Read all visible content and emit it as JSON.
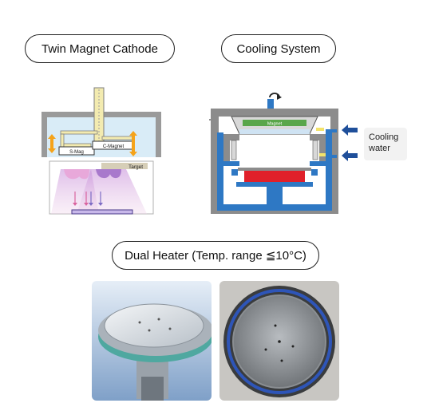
{
  "sections": {
    "twin_magnet": {
      "title": "Twin Magnet Cathode",
      "labels": {
        "s_mag": "S-Mag",
        "c_magnet": "C-Magnet",
        "target": "Target"
      }
    },
    "cooling": {
      "title": "Cooling System",
      "magnet_label": "Magnet",
      "cooling_water": "Cooling water"
    },
    "dual_heater": {
      "title": "Dual Heater (Temp. range ≦10°C)"
    }
  },
  "colors": {
    "chamber_gray": "#8c8c8c",
    "water_blue": "#2e78c4",
    "arrow_orange": "#f5a31a",
    "magnet_green": "#5aa64a",
    "heater_red": "#e0202a",
    "plasma_purple": "#b27fd0",
    "plasma_pink": "#e7a6d9"
  },
  "icons": [
    "rotation-arrow-icon",
    "inflow-arrow-icon",
    "updown-arrow-icon"
  ]
}
